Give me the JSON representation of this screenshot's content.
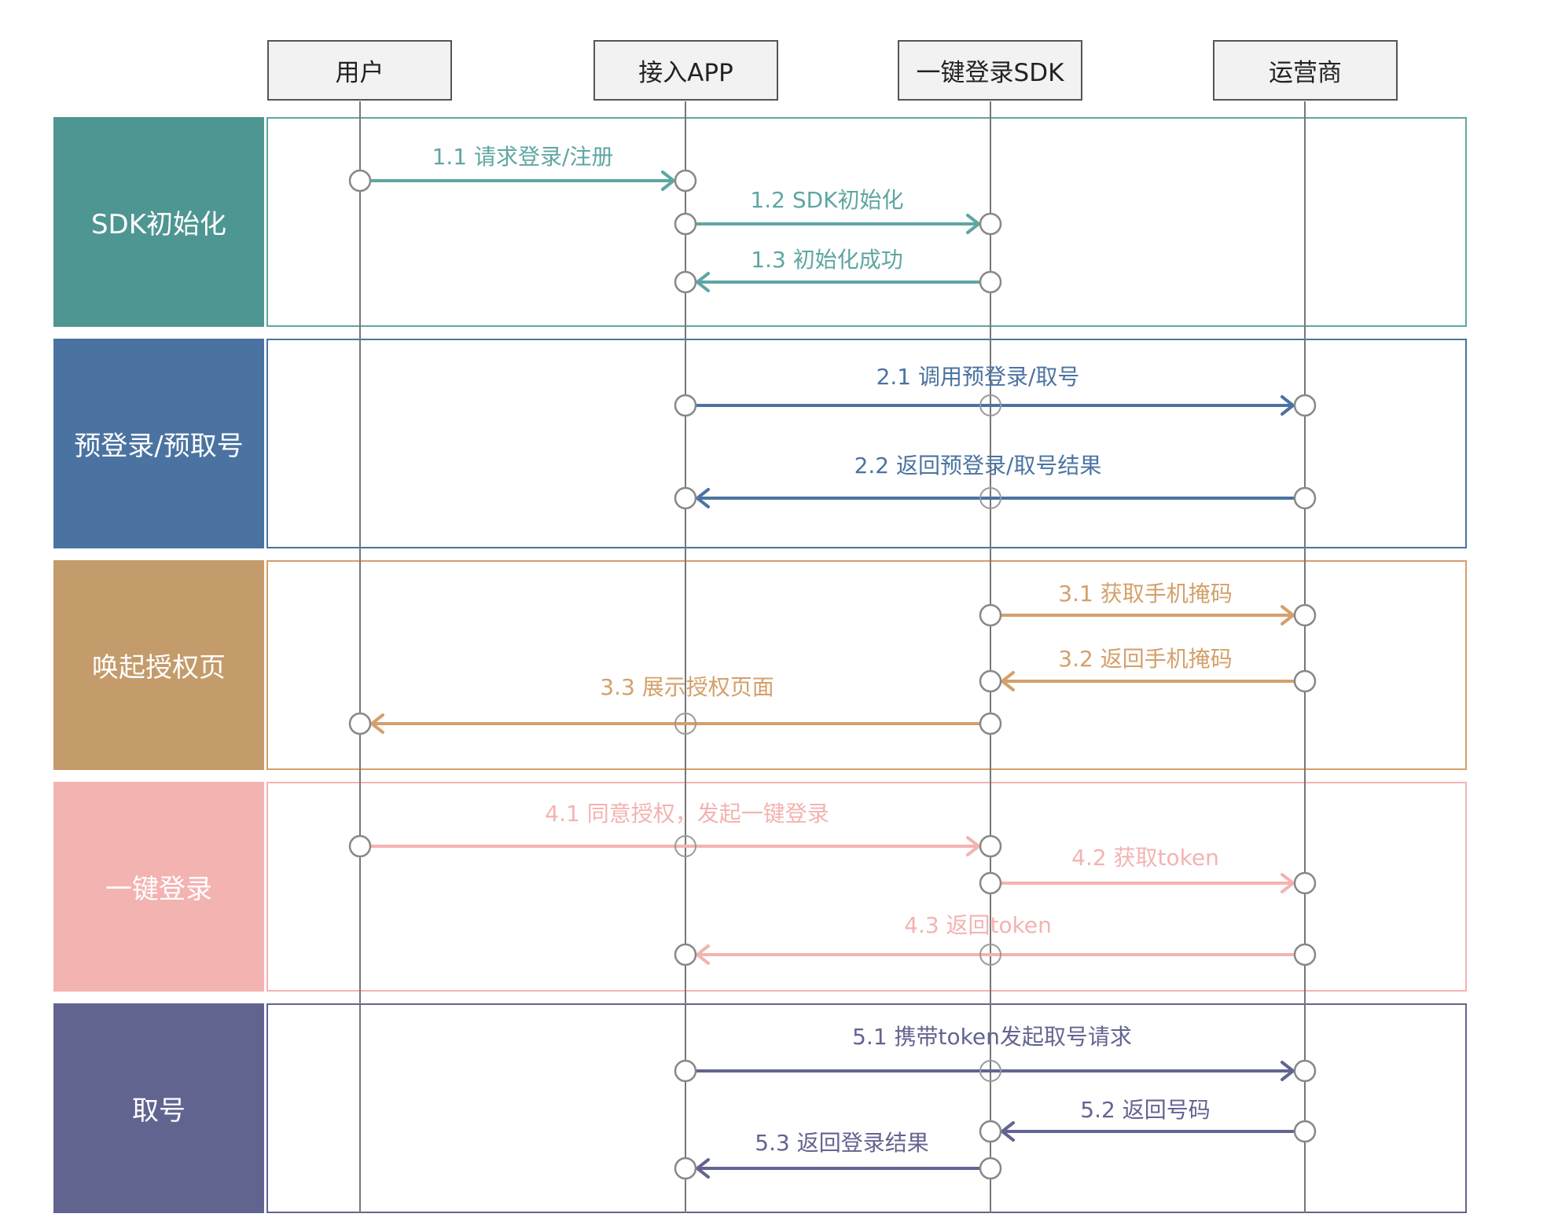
{
  "actors": [
    {
      "id": "user",
      "label": "用户"
    },
    {
      "id": "app",
      "label": "接入APP"
    },
    {
      "id": "sdk",
      "label": "一键登录SDK"
    },
    {
      "id": "carrier",
      "label": "运营商"
    }
  ],
  "lanes": [
    {
      "title": "SDK初始化",
      "color": "#4e9692",
      "frame_color": "#5ea6a2"
    },
    {
      "title": "预登录/预取号",
      "color": "#4b73a1",
      "frame_color": "#4b73a1"
    },
    {
      "title": "唤起授权页",
      "color": "#c49b6b",
      "frame_color": "#d4a06a"
    },
    {
      "title": "一键登录",
      "color": "#f3b3b1",
      "frame_color": "#f3b3b1"
    },
    {
      "title": "取号",
      "color": "#626490",
      "frame_color": "#626490"
    }
  ],
  "messages": [
    {
      "label": "1.1 请求登录/注册",
      "from": "user",
      "to": "app",
      "lane": 0
    },
    {
      "label": "1.2 SDK初始化",
      "from": "app",
      "to": "sdk",
      "lane": 0
    },
    {
      "label": "1.3 初始化成功",
      "from": "sdk",
      "to": "app",
      "lane": 0
    },
    {
      "label": "2.1 调用预登录/取号",
      "from": "app",
      "to": "carrier",
      "lane": 1
    },
    {
      "label": "2.2 返回预登录/取号结果",
      "from": "carrier",
      "to": "app",
      "lane": 1
    },
    {
      "label": "3.1 获取手机掩码",
      "from": "sdk",
      "to": "carrier",
      "lane": 2
    },
    {
      "label": "3.2 返回手机掩码",
      "from": "carrier",
      "to": "sdk",
      "lane": 2
    },
    {
      "label": "3.3 展示授权页面",
      "from": "sdk",
      "to": "user",
      "lane": 2
    },
    {
      "label": "4.1 同意授权，发起一键登录",
      "from": "user",
      "to": "sdk",
      "lane": 3
    },
    {
      "label": "4.2 获取token",
      "from": "sdk",
      "to": "carrier",
      "lane": 3
    },
    {
      "label": "4.3 返回token",
      "from": "carrier",
      "to": "app",
      "lane": 3
    },
    {
      "label": "5.1 携带token发起取号请求",
      "from": "app",
      "to": "carrier",
      "lane": 4
    },
    {
      "label": "5.2 返回号码",
      "from": "carrier",
      "to": "sdk",
      "lane": 4
    },
    {
      "label": "5.3 返回登录结果",
      "from": "sdk",
      "to": "app",
      "lane": 4
    }
  ]
}
